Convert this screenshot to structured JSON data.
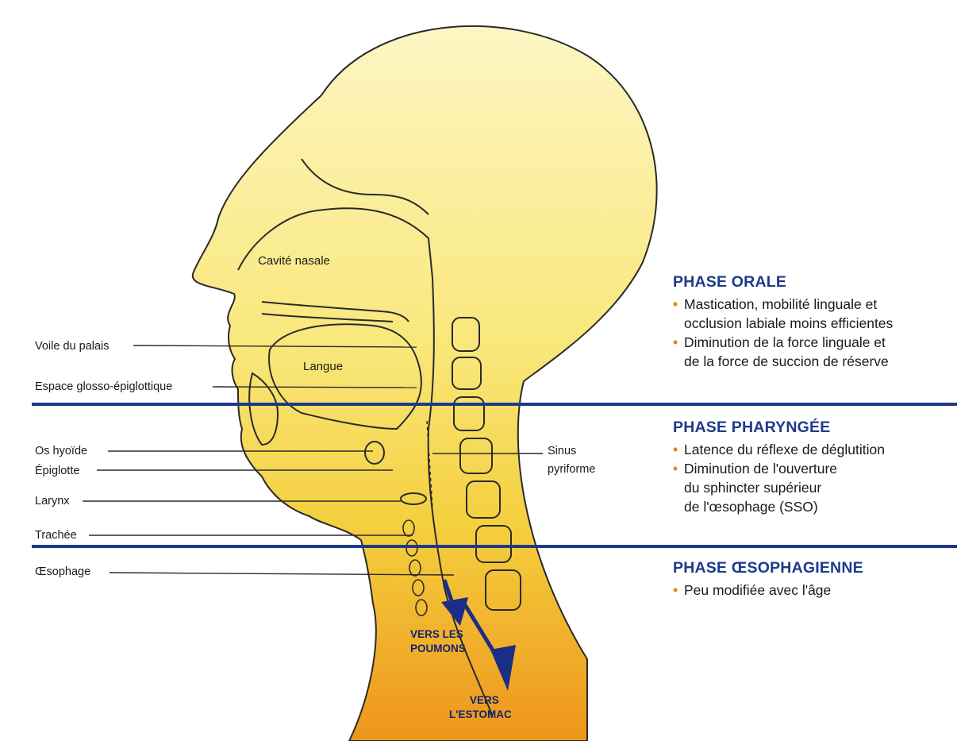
{
  "anatomy_labels": {
    "nasal_cavity": "Cavité nasale",
    "tongue": "Langue",
    "soft_palate": "Voile du palais",
    "glosso_epiglottic_space": "Espace glosso-épiglottique",
    "hyoid_bone": "Os hyoïde",
    "epiglottis": "Épiglotte",
    "larynx": "Larynx",
    "trachea": "Trachée",
    "esophagus": "Œsophage",
    "piriform_sinus_line1": "Sinus",
    "piriform_sinus_line2": "pyriforme"
  },
  "arrows": {
    "to_lungs_line1": "VERS LES",
    "to_lungs_line2": "POUMONS",
    "to_stomach_line1": "VERS",
    "to_stomach_line2": "L'ESTOMAC"
  },
  "phases": [
    {
      "title": "PHASE ORALE",
      "items": [
        "Mastication, mobilité linguale et\nocclusion labiale moins efficientes",
        "Diminution de la force linguale et\nde la force de succion de réserve"
      ]
    },
    {
      "title": "PHASE PHARYNGÉE",
      "items": [
        "Latence du réflexe de déglutition",
        "Diminution de l'ouverture\ndu sphincter supérieur\nde l'œsophage (SSO)"
      ]
    },
    {
      "title": "PHASE ŒSOPHAGIENNE",
      "items": [
        "Peu modifiée avec l'âge"
      ]
    }
  ],
  "colors": {
    "divider": "#1d3a8a",
    "title": "#1d3a8a",
    "bullet": "#e08a12",
    "gradient_top": "#fdf6c4",
    "gradient_mid": "#f7dc5a",
    "gradient_bottom": "#ef9a1e",
    "arrow": "#1a2e86"
  },
  "bullet_char": "•"
}
